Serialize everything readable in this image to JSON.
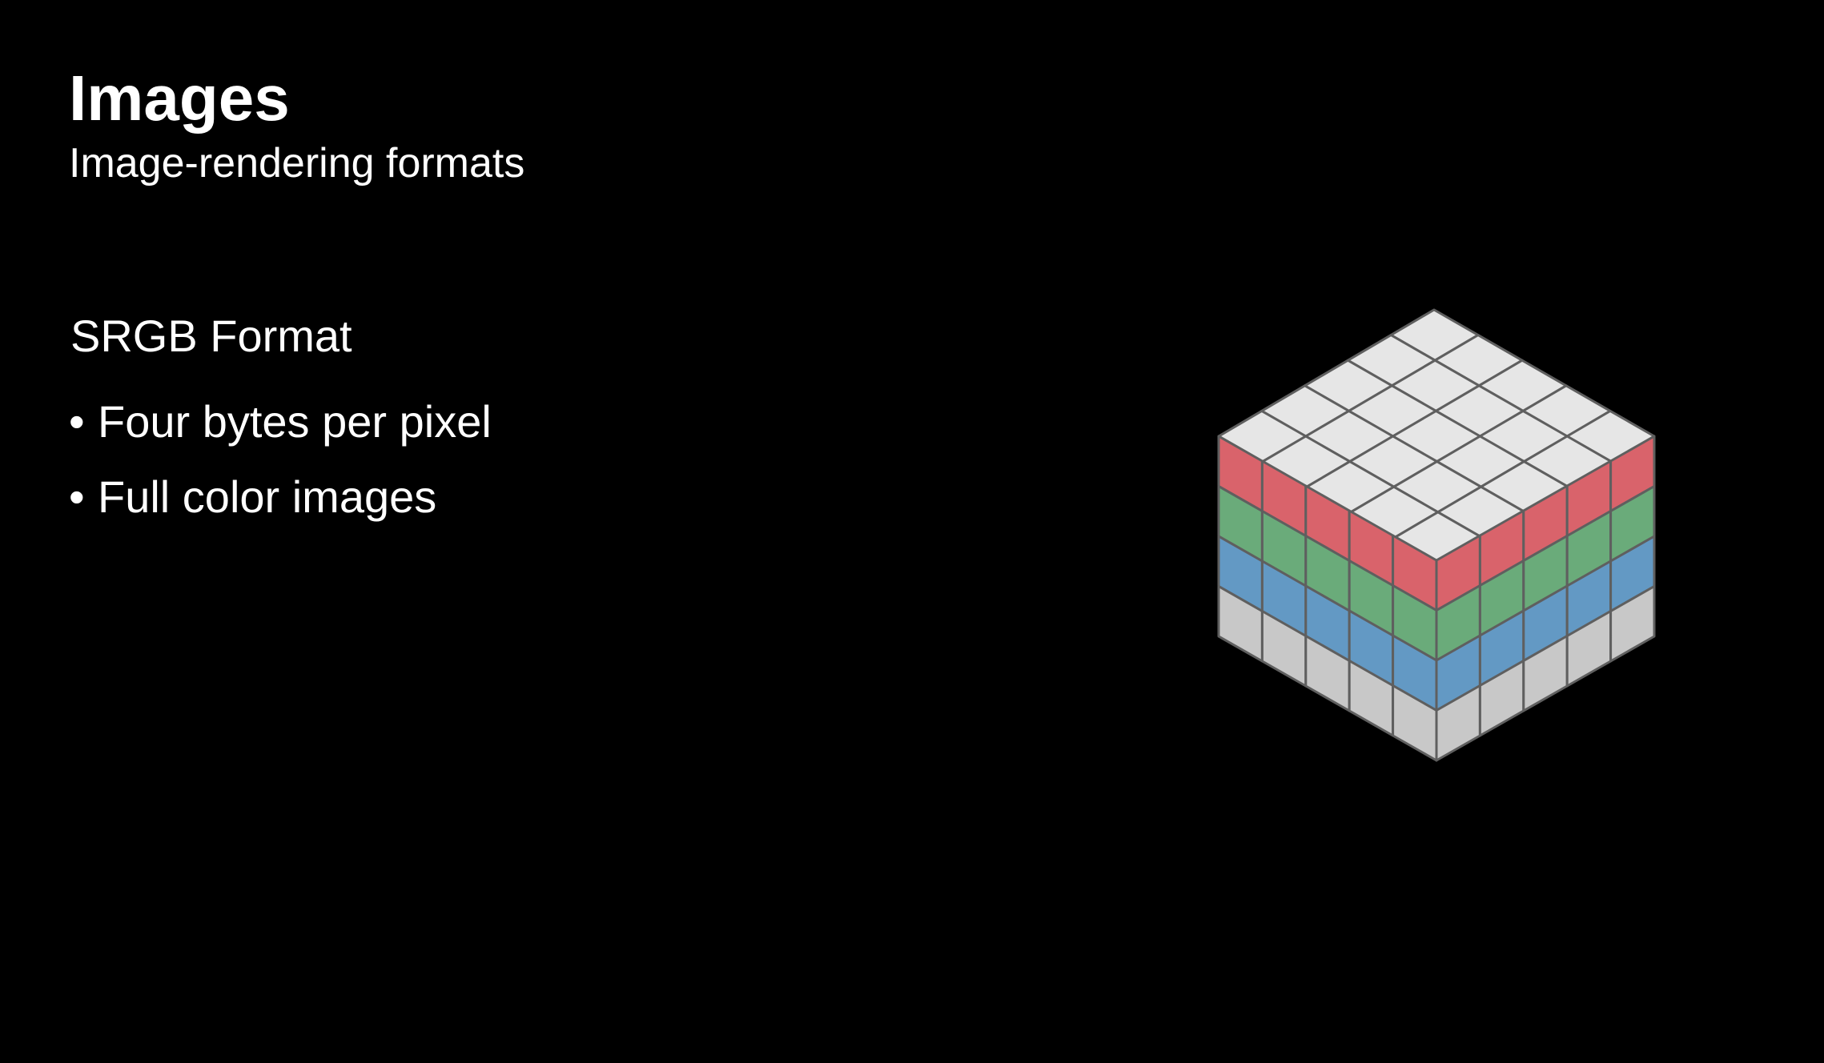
{
  "slide": {
    "title": "Images",
    "subtitle": "Image-rendering formats",
    "section_heading": "SRGB Format",
    "bullet_glyph": "•",
    "bullets": [
      "Four bytes per pixel",
      "Full color images"
    ]
  },
  "diagram": {
    "grid_size": 5,
    "channels": [
      {
        "id": "r",
        "color": "#d9636b"
      },
      {
        "id": "g",
        "color": "#6aab7a"
      },
      {
        "id": "b",
        "color": "#6399c4"
      },
      {
        "id": "a",
        "color": "#c8c8c8"
      }
    ],
    "top_color": "#e6e6e6",
    "stroke_color": "#5f5f5f"
  }
}
